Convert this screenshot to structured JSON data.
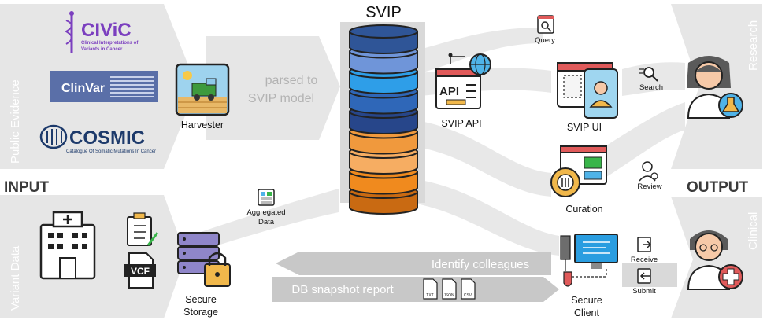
{
  "header": {
    "title": "SVIP"
  },
  "sections": {
    "input": "INPUT",
    "output": "OUTPUT",
    "public_evidence": "Public Evidence",
    "variant_data": "Variant Data",
    "research": "Research",
    "clinical": "Clinical"
  },
  "sources": {
    "civic": {
      "name": "CIViC",
      "line1": "Clinical Interpretations of",
      "line2": "Variants in Cancer"
    },
    "clinvar": {
      "name": "ClinVar"
    },
    "cosmic": {
      "name": "COSMIC",
      "subtitle": "Catalogue Of Somatic Mutations In Cancer"
    }
  },
  "nodes": {
    "harvester": "Harvester",
    "parsed_line1": "parsed to",
    "parsed_line2": "SVIP model",
    "svip_api": "SVIP API",
    "api_badge": "API",
    "svip_ui": "SVIP UI",
    "curation": "Curation",
    "secure_storage_line1": "Secure",
    "secure_storage_line2": "Storage",
    "secure_client_line1": "Secure",
    "secure_client_line2": "Client",
    "vcf_badge": "VCF",
    "aggregated_line1": "Aggregated",
    "aggregated_line2": "Data"
  },
  "actions": {
    "query": "Query",
    "search": "Search",
    "review": "Review",
    "receive": "Receive",
    "submit": "Submit"
  },
  "flows": {
    "identify_colleagues": "Identify colleagues",
    "db_snapshot_report": "DB snapshot report"
  },
  "files": {
    "txt": "TXT",
    "json": "JSON",
    "csv": "CSV"
  },
  "colors": {
    "band": "#e6e6e6",
    "flow": "#d9d9d9",
    "flow_text": "#bdbdbd",
    "db_blues": [
      "#2f5597",
      "#6f95d9",
      "#2e9ee8",
      "#2f67b8",
      "#27468a"
    ],
    "db_oranges": [
      "#f0993d",
      "#f6ad62",
      "#f08a1e",
      "#c96a12"
    ],
    "civic_purple": "#7b3fbf",
    "clinvar_blue": "#5a6fa8",
    "cosmic_navy": "#1d3a6b"
  }
}
